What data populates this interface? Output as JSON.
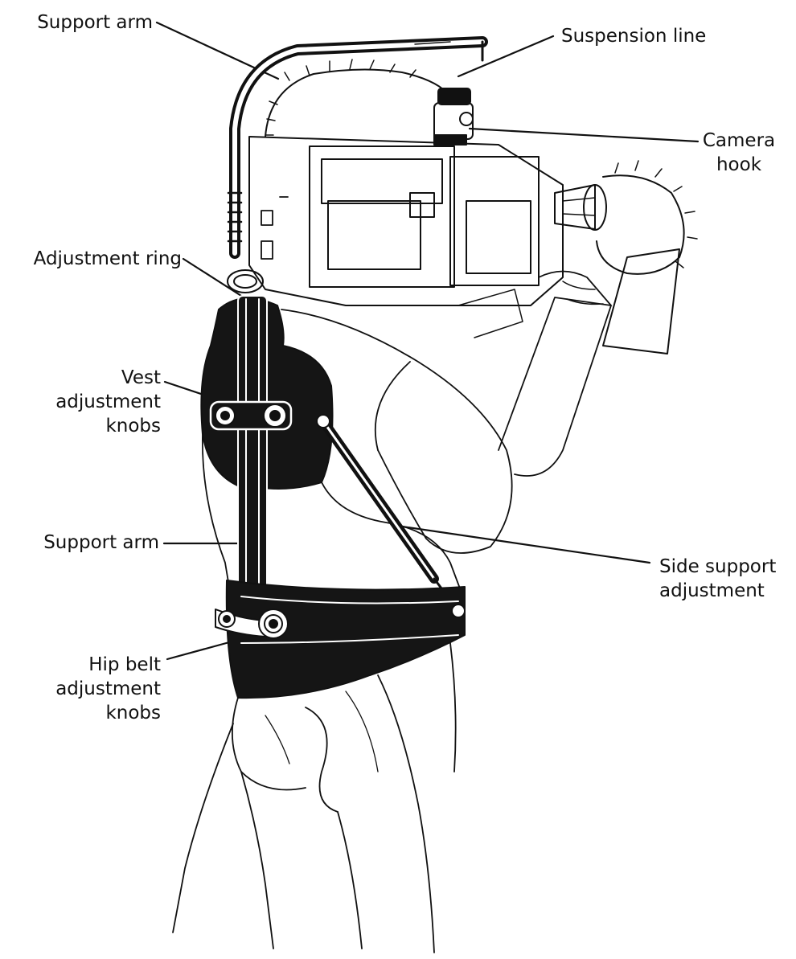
{
  "labels": {
    "support_arm_top": "Support arm",
    "suspension_line": "Suspension line",
    "camera_hook": [
      "Camera",
      "hook"
    ],
    "adjustment_ring": "Adjustment ring",
    "vest_knobs": [
      "Vest",
      "adjustment",
      "knobs"
    ],
    "support_arm_mid": "Support arm",
    "side_support": [
      "Side support",
      "adjustment"
    ],
    "hip_belt_knobs": [
      "Hip belt",
      "adjustment",
      "knobs"
    ]
  },
  "colors": {
    "ink": "#111111",
    "fill": "#151515",
    "paper": "#ffffff"
  }
}
